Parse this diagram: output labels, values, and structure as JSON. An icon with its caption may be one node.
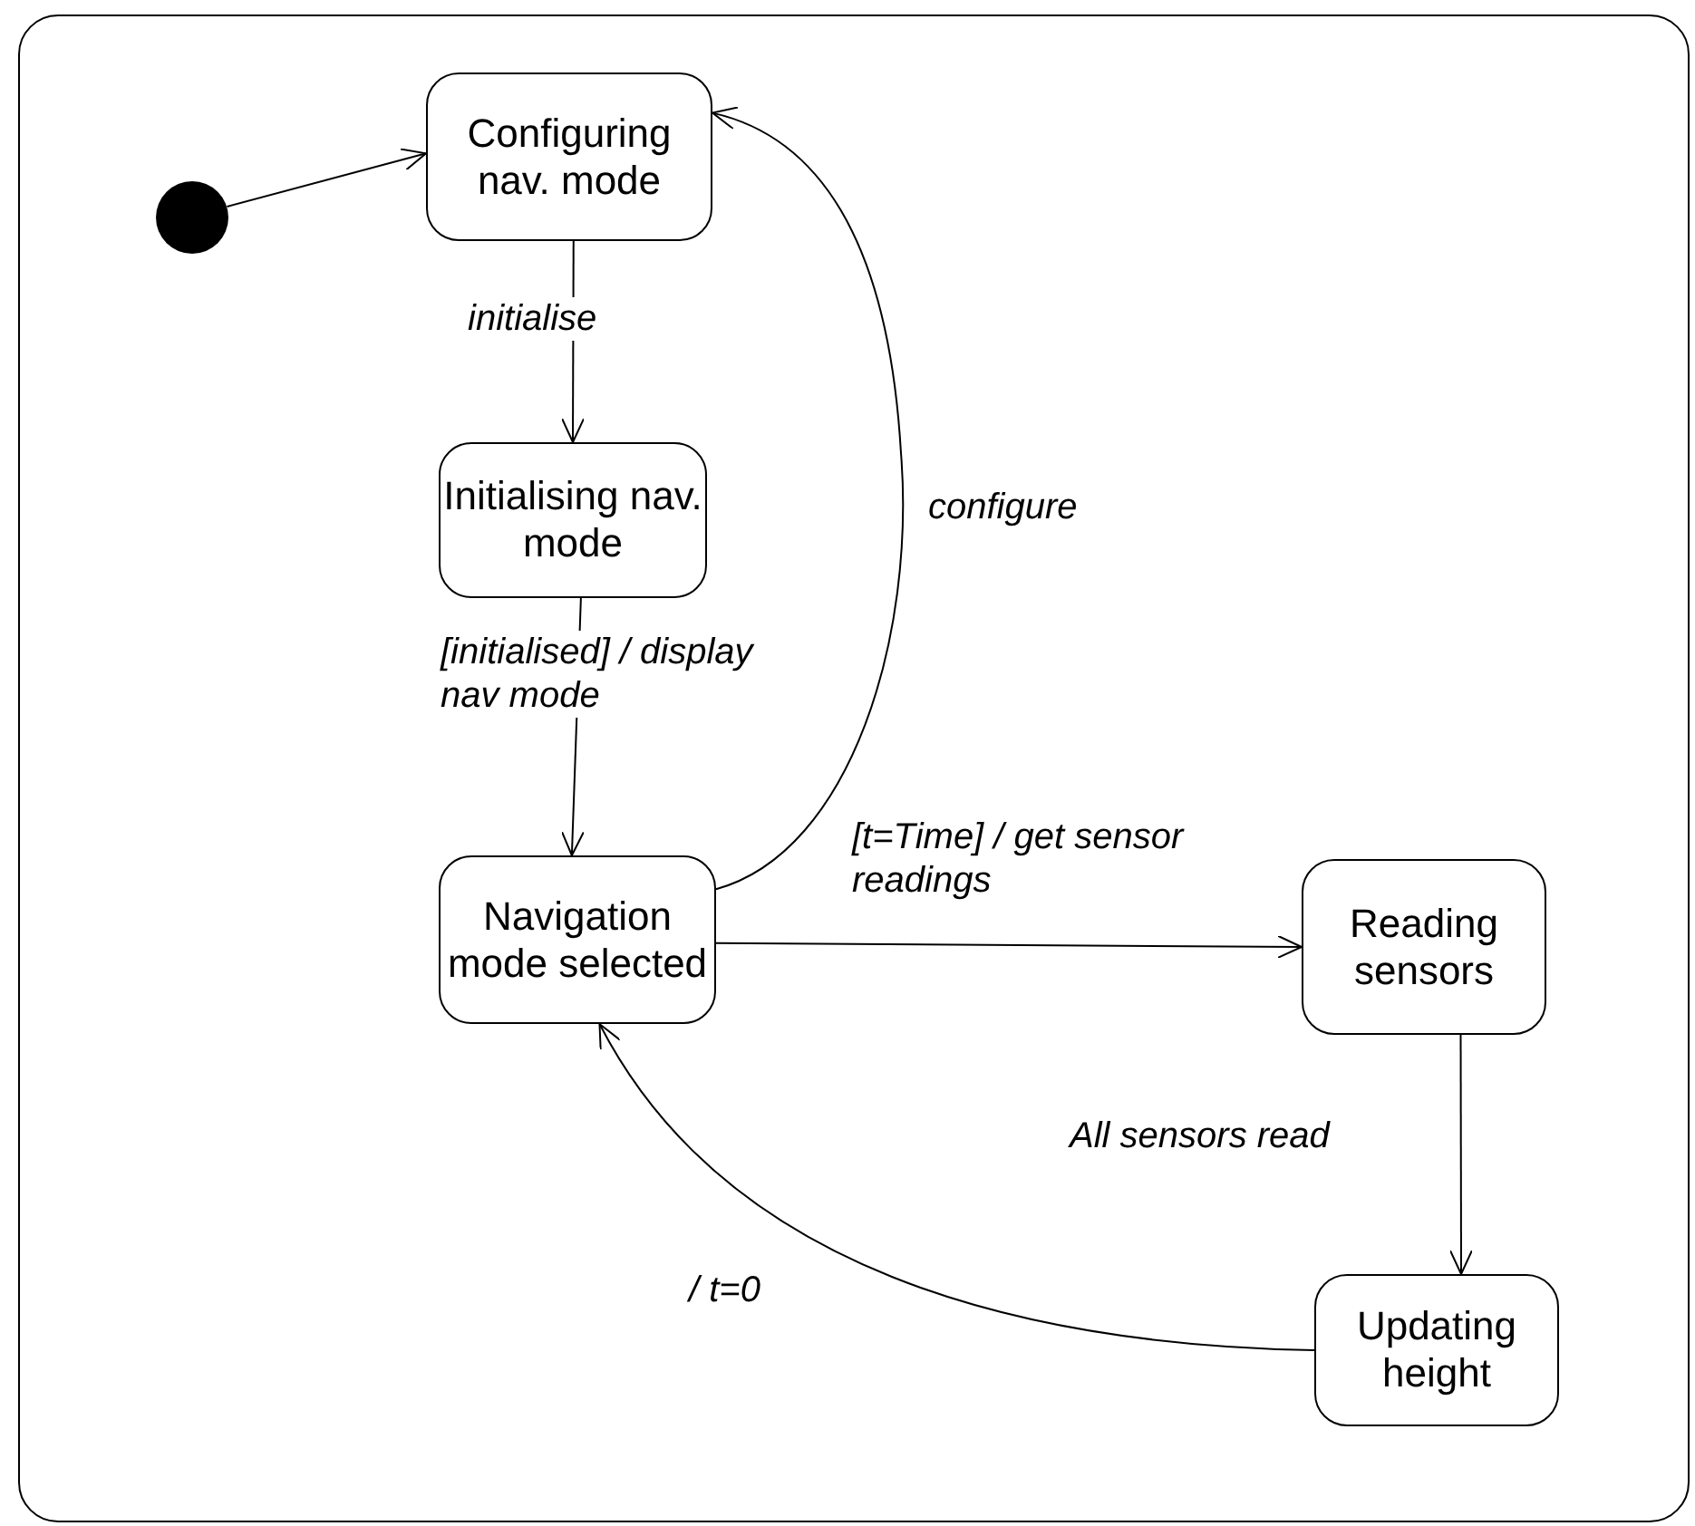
{
  "diagram": {
    "nodes": [
      {
        "text": [],
        "shape": "circle"
      },
      {
        "text": [
          "Configuring nav. mode"
        ]
      },
      {
        "text": [
          "Initialising nav. mode"
        ]
      },
      {
        "text": [
          "Navigation mode selected"
        ]
      },
      {
        "text": [
          "Reading sensors"
        ]
      },
      {
        "text": [
          "Updating height"
        ]
      }
    ],
    "edges": [
      {
        "from": 0,
        "to": 1,
        "arrow": "to"
      },
      {
        "from": 1,
        "to": 2,
        "arrow": "to",
        "label": "initialise"
      },
      {
        "from": 2,
        "to": 3,
        "arrow": "to",
        "label": "[initialised] / display nav mode"
      },
      {
        "from": 3,
        "to": 1,
        "arrow": "to",
        "label": "configure"
      },
      {
        "from": 3,
        "to": 4,
        "arrow": "to",
        "label": "[t=Time] / get sensor readings"
      },
      {
        "from": 4,
        "to": 5,
        "arrow": "to",
        "label": "All sensors read"
      },
      {
        "from": 5,
        "to": 3,
        "arrow": "to",
        "label": "/ t=0"
      }
    ]
  }
}
